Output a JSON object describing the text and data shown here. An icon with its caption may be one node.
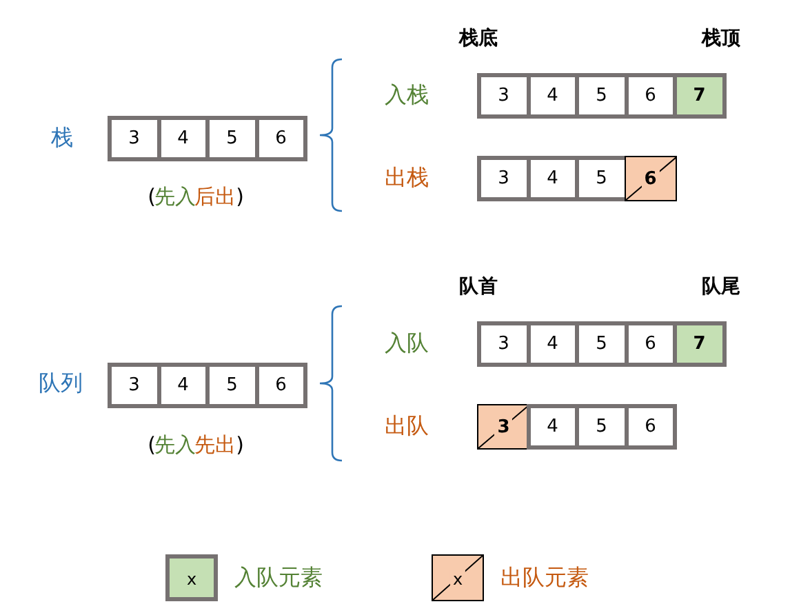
{
  "diagram": {
    "nodes": [
      {
        "text": [
          "3"
        ]
      },
      {
        "text": [
          "4"
        ]
      },
      {
        "text": [
          "5"
        ]
      },
      {
        "text": [
          "6"
        ]
      },
      {
        "text": [
          "7"
        ]
      },
      {
        "text": [
          "3"
        ]
      },
      {
        "text": [
          "4"
        ]
      },
      {
        "text": [
          "5"
        ]
      },
      {
        "text": [
          "6"
        ]
      },
      {
        "text": [
          "3"
        ]
      },
      {
        "text": [
          "4"
        ]
      },
      {
        "text": [
          "5"
        ]
      },
      {
        "text": [
          "6"
        ]
      },
      {
        "text": [
          "3"
        ]
      },
      {
        "text": [
          "4"
        ]
      },
      {
        "text": [
          "5"
        ]
      },
      {
        "text": [
          "6"
        ]
      },
      {
        "text": [
          "7"
        ]
      },
      {
        "text": [
          "3"
        ]
      },
      {
        "text": [
          "4"
        ]
      },
      {
        "text": [
          "5"
        ]
      },
      {
        "text": [
          "6"
        ]
      },
      {
        "text": [
          "3"
        ]
      },
      {
        "text": [
          "4"
        ]
      },
      {
        "text": [
          "5"
        ]
      },
      {
        "text": [
          "6"
        ]
      }
    ],
    "labels": [
      "栈底",
      "栈顶",
      "入栈",
      "栈",
      "(",
      "先入",
      "后出",
      ")",
      "出栈",
      "队首",
      "队尾",
      "入队",
      "队列",
      "(",
      "先入",
      "先出",
      ")",
      "出队",
      "x",
      "x"
    ],
    "legend": [
      {
        "text": "入队元素",
        "color": "#c5e0b4"
      },
      {
        "text": "出队元素",
        "color": "#f8cbad"
      }
    ]
  }
}
